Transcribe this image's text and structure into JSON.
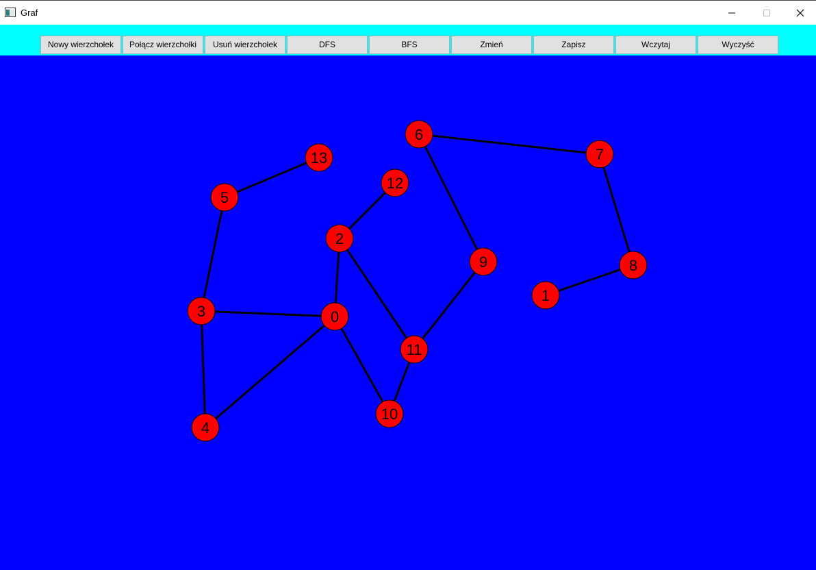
{
  "window": {
    "title": "Graf"
  },
  "toolbar": {
    "buttons": [
      {
        "label": "Nowy wierzchołek"
      },
      {
        "label": "Połącz wierzchołki"
      },
      {
        "label": "Usuń wierzchołek"
      },
      {
        "label": "DFS"
      },
      {
        "label": "BFS"
      },
      {
        "label": "Zmień"
      },
      {
        "label": "Zapisz"
      },
      {
        "label": "Wczytaj"
      },
      {
        "label": "Wyczyść"
      }
    ]
  },
  "graph": {
    "vertices": [
      "0",
      "1",
      "2",
      "3",
      "4",
      "5",
      "6",
      "7",
      "8",
      "9",
      "10",
      "11",
      "12",
      "13"
    ],
    "edges": [
      [
        "13",
        "5"
      ],
      [
        "5",
        "3"
      ],
      [
        "3",
        "0"
      ],
      [
        "3",
        "4"
      ],
      [
        "4",
        "0"
      ],
      [
        "0",
        "2"
      ],
      [
        "0",
        "10"
      ],
      [
        "2",
        "12"
      ],
      [
        "2",
        "11"
      ],
      [
        "11",
        "10"
      ],
      [
        "11",
        "9"
      ],
      [
        "9",
        "6"
      ],
      [
        "6",
        "7"
      ],
      [
        "7",
        "8"
      ],
      [
        "8",
        "1"
      ]
    ]
  },
  "colors": {
    "toolbar_background": "#00ffff",
    "canvas_background": "#0000ff",
    "vertex_fill": "#ff0000",
    "edge_stroke": "#000000"
  }
}
